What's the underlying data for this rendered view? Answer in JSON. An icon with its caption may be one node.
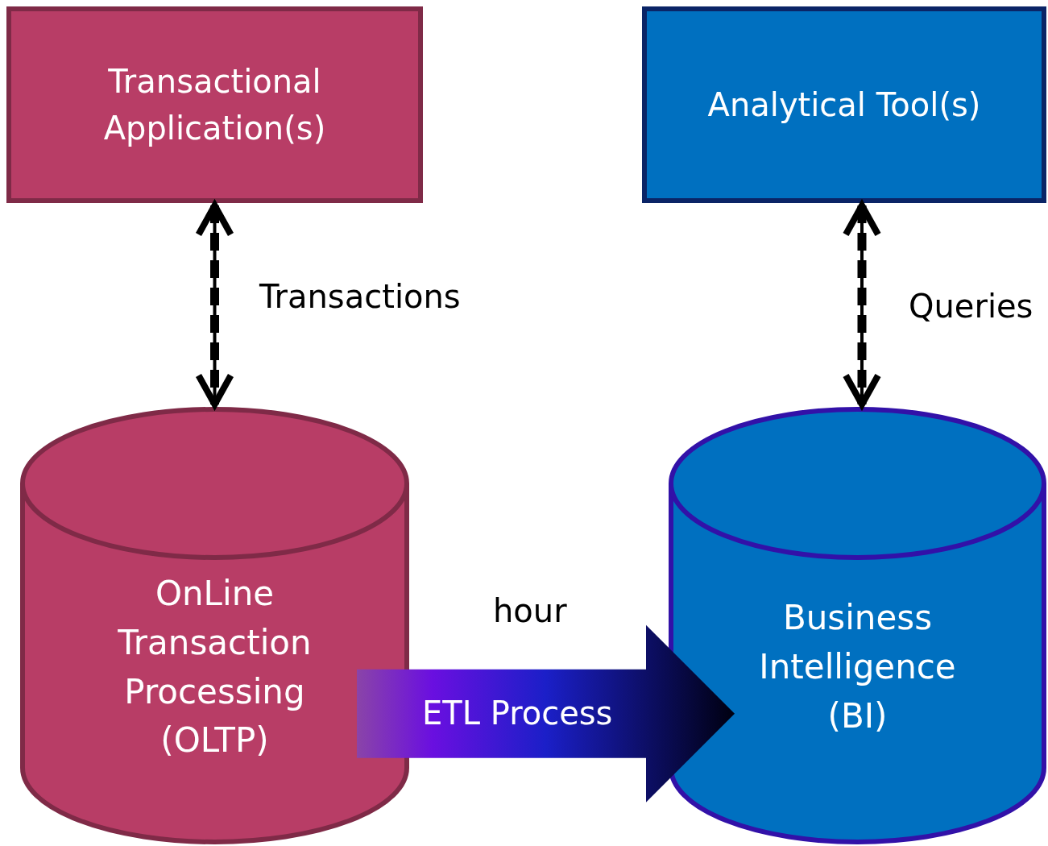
{
  "diagram": {
    "nodes": [
      {
        "text": [
          "Transactional Application(s)"
        ]
      },
      {
        "text": [
          "Analytical Tool(s)"
        ]
      },
      {
        "text": [
          "OnLine Transaction Processing (OLTP)"
        ]
      },
      {
        "text": [
          "Business Intelligence (BI)"
        ]
      }
    ],
    "edges": [
      {
        "from": 0,
        "to": 2,
        "arrow": "both",
        "style": "dashed",
        "label": "Transactions"
      },
      {
        "from": 1,
        "to": 3,
        "arrow": "both",
        "style": "dashed",
        "label": "Queries"
      },
      {
        "from": 2,
        "to": 3,
        "arrow": "to",
        "style": "thick",
        "label": "ETL Process"
      }
    ],
    "labels": [
      "hour"
    ]
  }
}
